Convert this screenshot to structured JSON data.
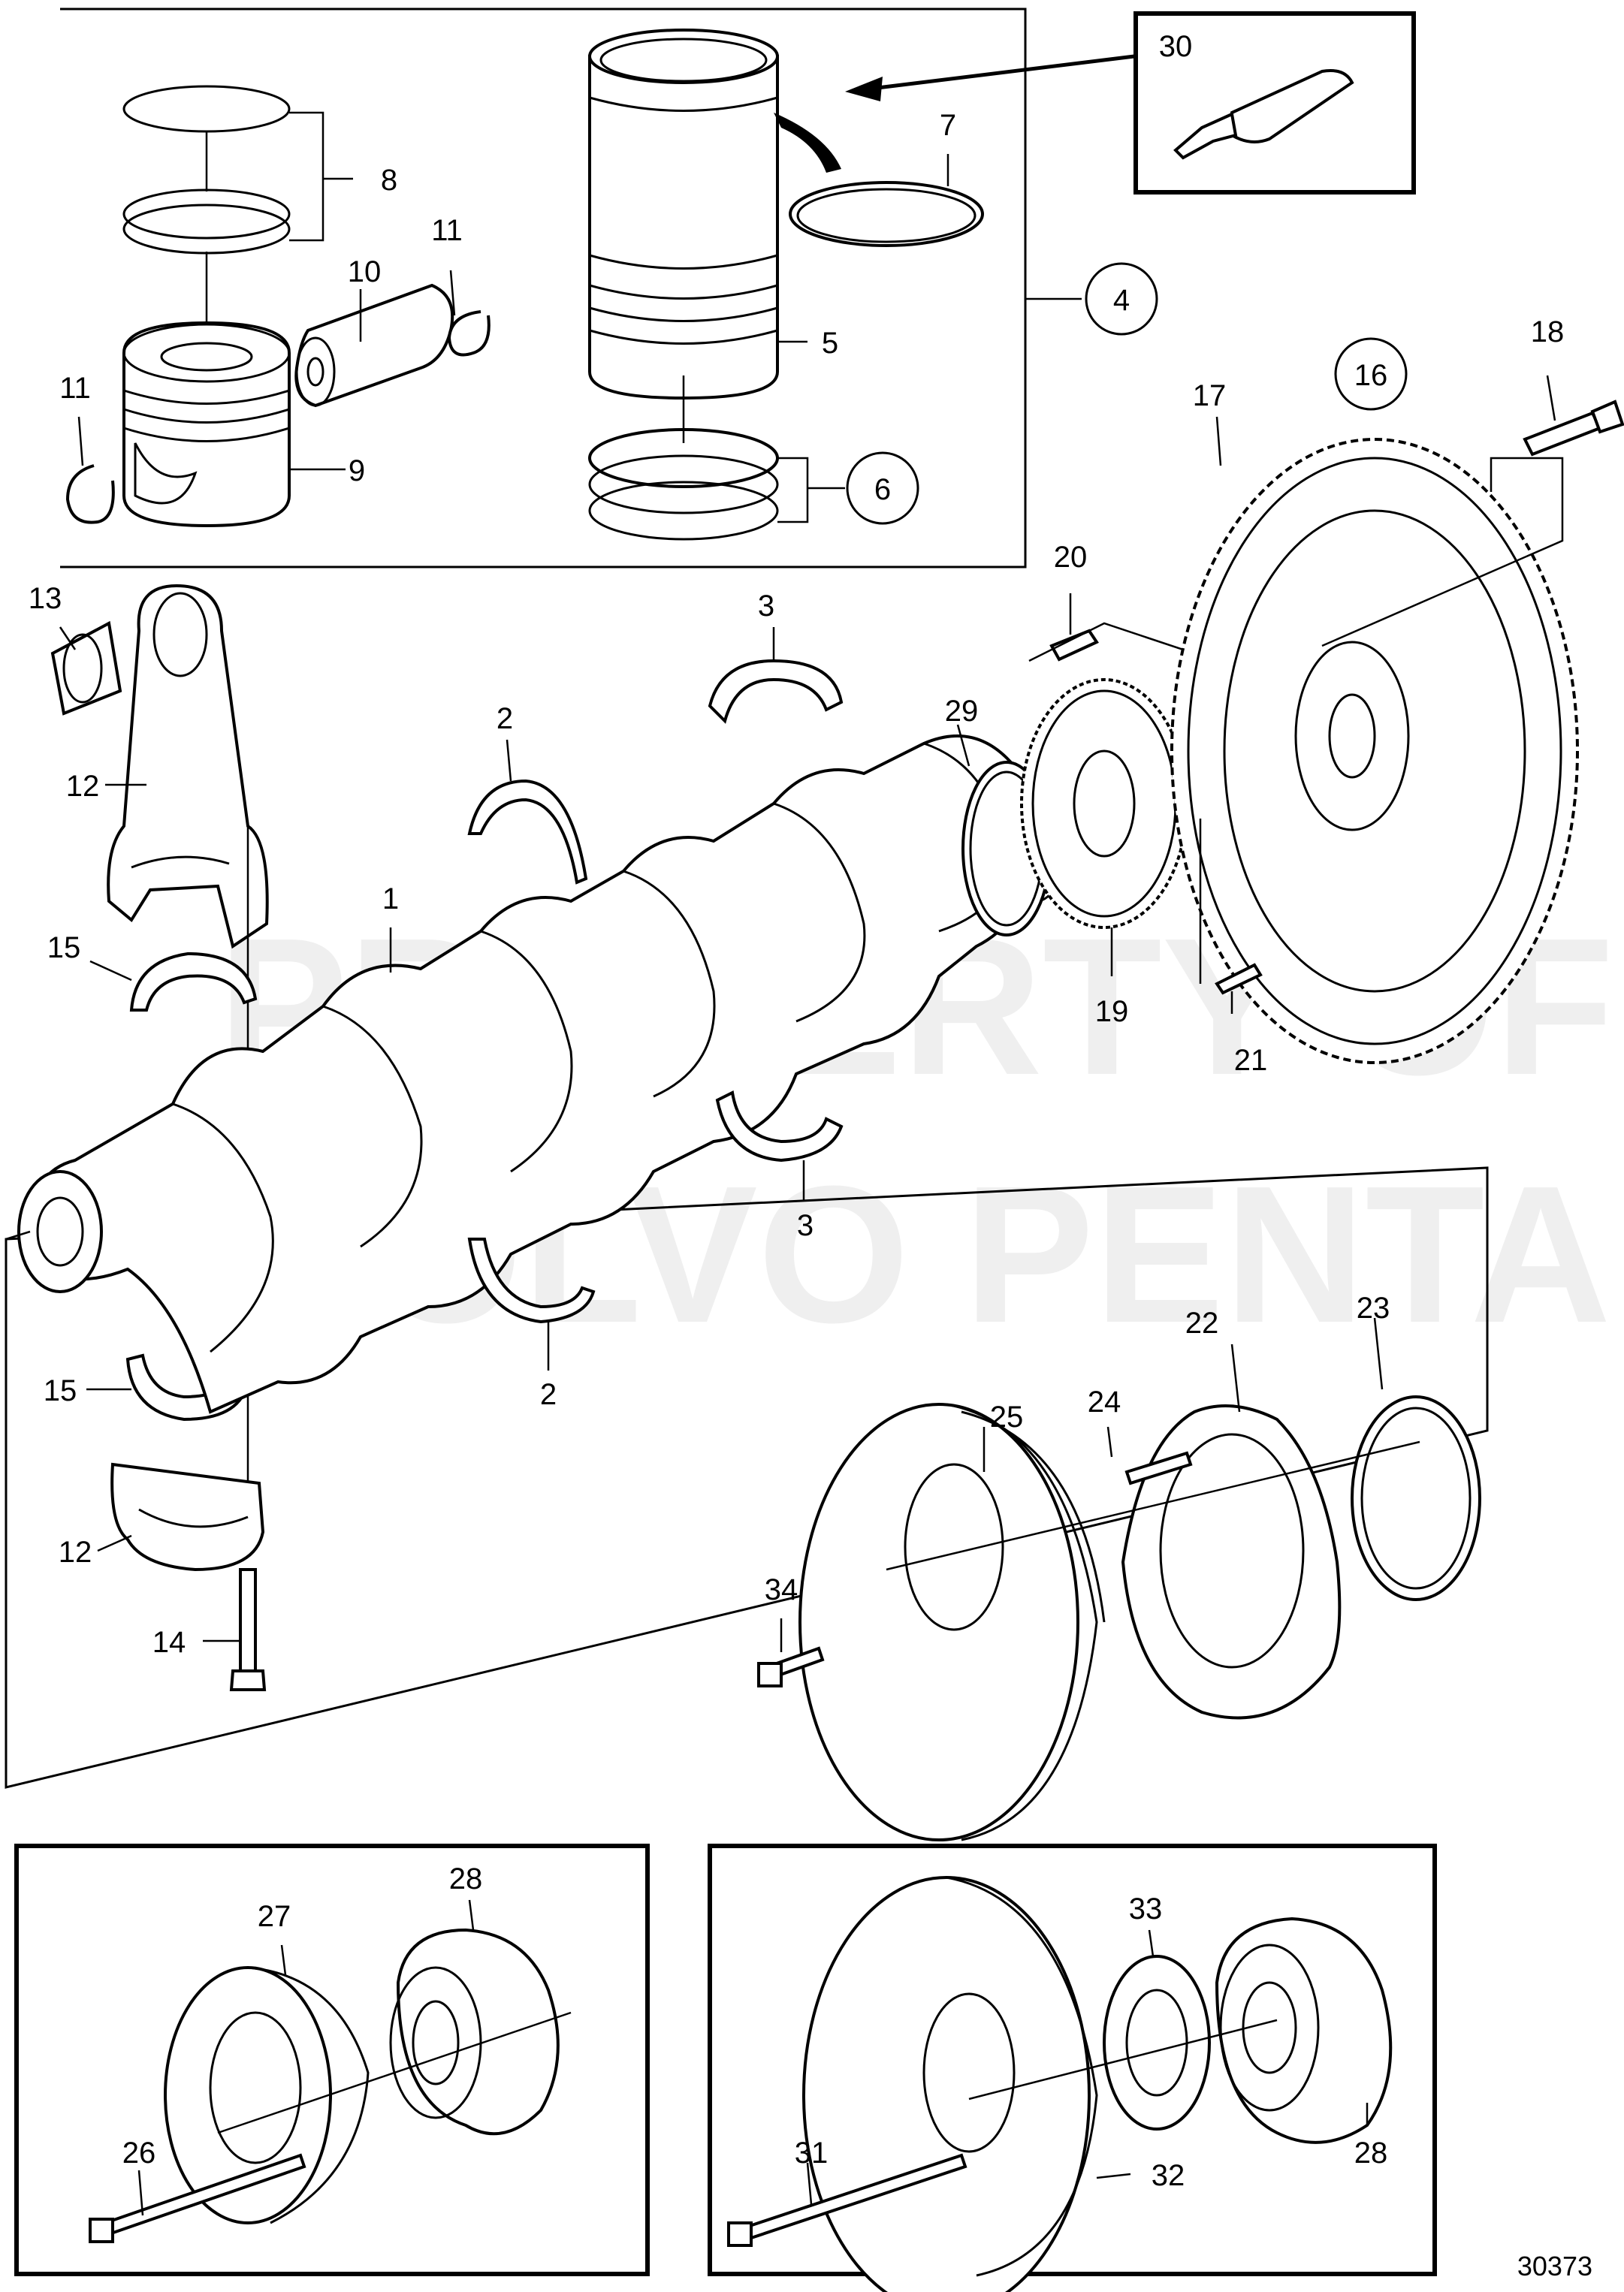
{
  "watermark": {
    "line1": "PROPERTY OF",
    "line2": "VOLVO PENTA"
  },
  "document_number": "30373",
  "callouts": [
    {
      "id": "c1",
      "text": "1"
    },
    {
      "id": "c2a",
      "text": "2"
    },
    {
      "id": "c2b",
      "text": "2"
    },
    {
      "id": "c3a",
      "text": "3"
    },
    {
      "id": "c3b",
      "text": "3"
    },
    {
      "id": "c5",
      "text": "5"
    },
    {
      "id": "c7",
      "text": "7"
    },
    {
      "id": "c8",
      "text": "8"
    },
    {
      "id": "c9",
      "text": "9"
    },
    {
      "id": "c10",
      "text": "10"
    },
    {
      "id": "c11a",
      "text": "11"
    },
    {
      "id": "c11b",
      "text": "11"
    },
    {
      "id": "c12a",
      "text": "12"
    },
    {
      "id": "c12b",
      "text": "12"
    },
    {
      "id": "c13",
      "text": "13"
    },
    {
      "id": "c14",
      "text": "14"
    },
    {
      "id": "c15a",
      "text": "15"
    },
    {
      "id": "c15b",
      "text": "15"
    },
    {
      "id": "c17",
      "text": "17"
    },
    {
      "id": "c18",
      "text": "18"
    },
    {
      "id": "c19",
      "text": "19"
    },
    {
      "id": "c20",
      "text": "20"
    },
    {
      "id": "c21",
      "text": "21"
    },
    {
      "id": "c22",
      "text": "22"
    },
    {
      "id": "c23",
      "text": "23"
    },
    {
      "id": "c24",
      "text": "24"
    },
    {
      "id": "c25",
      "text": "25"
    },
    {
      "id": "c26",
      "text": "26"
    },
    {
      "id": "c27",
      "text": "27"
    },
    {
      "id": "c28a",
      "text": "28"
    },
    {
      "id": "c28b",
      "text": "28"
    },
    {
      "id": "c29",
      "text": "29"
    },
    {
      "id": "c30",
      "text": "30"
    },
    {
      "id": "c31",
      "text": "31"
    },
    {
      "id": "c32",
      "text": "32"
    },
    {
      "id": "c33",
      "text": "33"
    },
    {
      "id": "c34",
      "text": "34"
    }
  ],
  "circled_callouts": [
    {
      "id": "k4",
      "text": "4"
    },
    {
      "id": "k6",
      "text": "6"
    },
    {
      "id": "k16",
      "text": "16"
    }
  ]
}
